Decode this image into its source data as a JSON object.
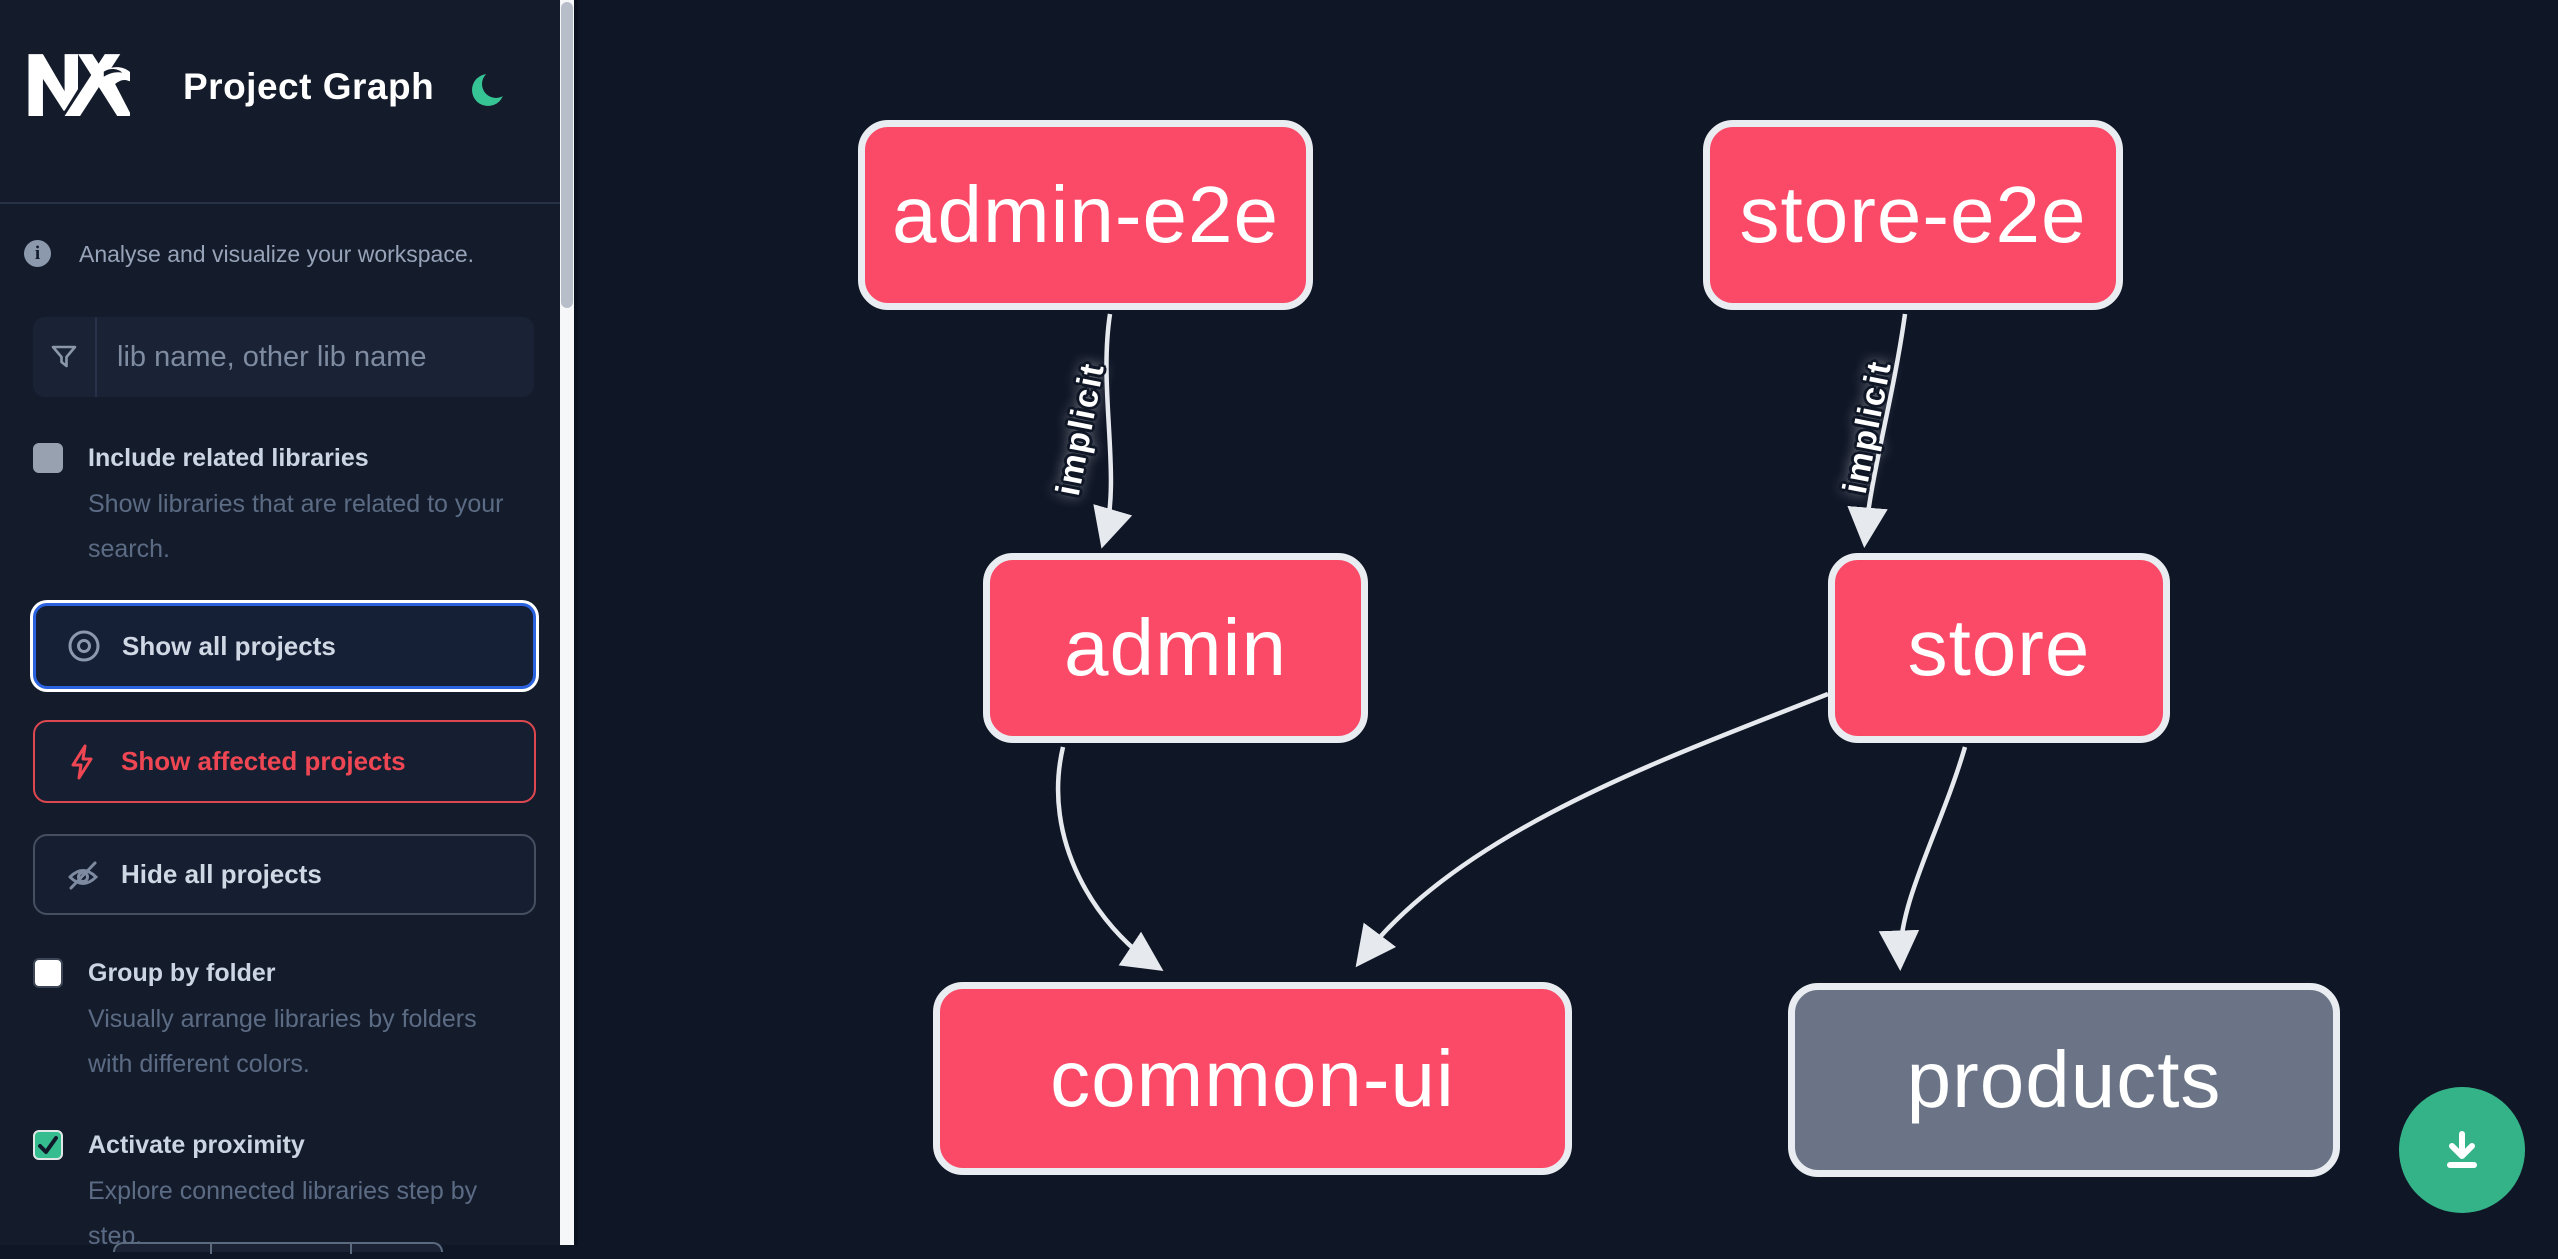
{
  "header": {
    "title": "Project Graph",
    "logo": "nx-logo",
    "theme_toggle_icon": "moon"
  },
  "sidebar": {
    "tagline": "Analyse and visualize your workspace.",
    "search": {
      "placeholder": "lib name, other lib name",
      "value": "",
      "icon": "funnel-filter-icon"
    },
    "checkboxes": [
      {
        "label": "Include related libraries",
        "description": "Show libraries that are related to your search.",
        "checked": false
      },
      {
        "label": "Group by folder",
        "description": "Visually arrange libraries by folders with different colors.",
        "checked": false
      },
      {
        "label": "Activate proximity",
        "description": "Explore connected libraries step by step.",
        "checked": true
      }
    ],
    "buttons": [
      {
        "label": "Show all projects",
        "icon": "eye-icon",
        "state": "focused"
      },
      {
        "label": "Show affected projects",
        "icon": "bolt-icon",
        "state": "affected"
      },
      {
        "label": "Hide all projects",
        "icon": "eye-slash-icon",
        "state": "default"
      }
    ]
  },
  "graph": {
    "nodes": [
      {
        "id": "admin-e2e",
        "label": "admin-e2e",
        "type": "app"
      },
      {
        "id": "store-e2e",
        "label": "store-e2e",
        "type": "app"
      },
      {
        "id": "admin",
        "label": "admin",
        "type": "app"
      },
      {
        "id": "store",
        "label": "store",
        "type": "app"
      },
      {
        "id": "common-ui",
        "label": "common-ui",
        "type": "app"
      },
      {
        "id": "products",
        "label": "products",
        "type": "lib"
      }
    ],
    "edges": [
      {
        "from": "admin-e2e",
        "to": "admin",
        "label": "implicit"
      },
      {
        "from": "store-e2e",
        "to": "store",
        "label": "implicit"
      },
      {
        "from": "admin",
        "to": "common-ui",
        "label": ""
      },
      {
        "from": "store",
        "to": "common-ui",
        "label": ""
      },
      {
        "from": "store",
        "to": "products",
        "label": ""
      }
    ]
  },
  "fab": {
    "icon": "download-icon"
  },
  "colors": {
    "sidebar_bg": "#141c2c",
    "canvas_bg": "#0f1626",
    "node_app": "#fa4a67",
    "node_lib": "#6a7486",
    "node_border": "#e9edf1",
    "edge": "#e6eaef",
    "accent_focus_blue": "#2b62df",
    "affected_red": "#ee4653",
    "green": "#35bd90",
    "fab_green": "#35b388"
  }
}
